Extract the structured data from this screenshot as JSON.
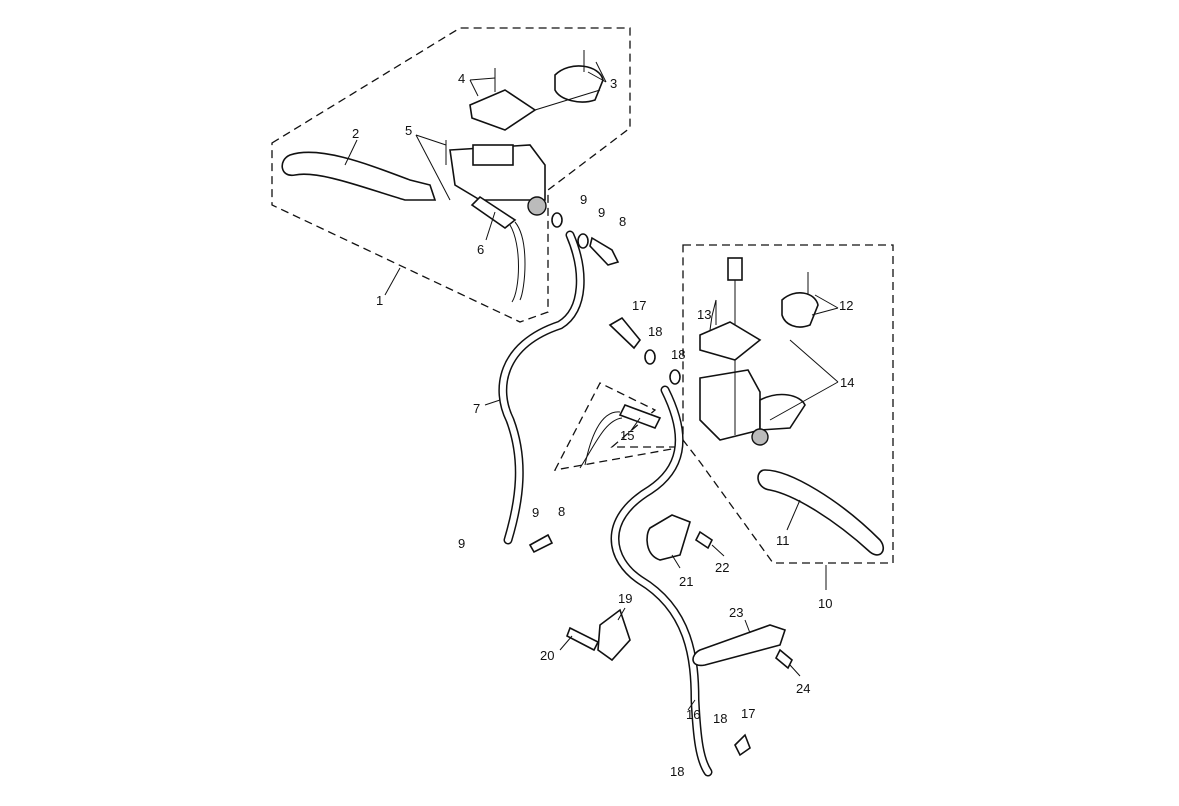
{
  "diagram": {
    "title": "Front brake master cylinder and hoses exploded view",
    "callouts": [
      "1",
      "2",
      "3",
      "4",
      "5",
      "6",
      "7",
      "8",
      "9",
      "9",
      "8",
      "9",
      "9",
      "10",
      "11",
      "12",
      "13",
      "14",
      "15",
      "16",
      "17",
      "18",
      "18",
      "17",
      "18",
      "18",
      "19",
      "20",
      "21",
      "22",
      "23",
      "24"
    ]
  }
}
